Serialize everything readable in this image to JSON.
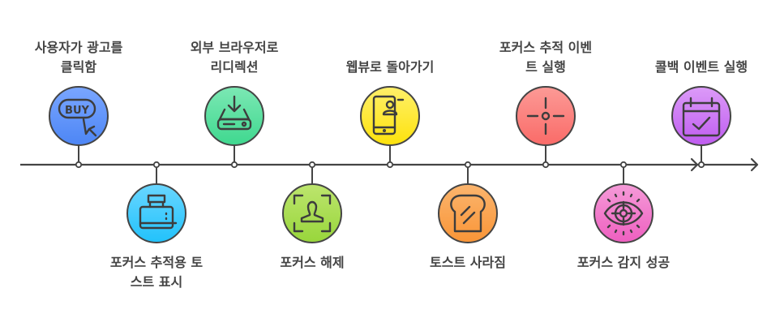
{
  "title": "Focus tracking timeline",
  "colors": {
    "line": "#444444",
    "text": "#444444"
  },
  "events": [
    {
      "id": "ad-click",
      "position": "top",
      "lines": [
        "사용자가 광고를",
        "클릭함"
      ],
      "icon": "buy-button-cursor-icon",
      "color_top": "#7aa6ff",
      "color_bottom": "#4d86f5",
      "icon_text": "BUY"
    },
    {
      "id": "toast-show",
      "position": "bottom",
      "lines": [
        "포커스 추적용 토",
        "스트 표시"
      ],
      "icon": "toaster-icon",
      "color_top": "#6ad6ff",
      "color_bottom": "#22c2fb"
    },
    {
      "id": "redirect",
      "position": "top",
      "lines": [
        "외부 브라우저로",
        "리디렉션"
      ],
      "icon": "download-drive-icon",
      "color_top": "#7ce8b4",
      "color_bottom": "#3fd88f"
    },
    {
      "id": "focus-lost",
      "position": "bottom",
      "lines": [
        "포커스 해제"
      ],
      "icon": "user-focus-frame-icon",
      "color_top": "#bde56e",
      "color_bottom": "#98d63b"
    },
    {
      "id": "webview-return",
      "position": "top",
      "lines": [
        "웹뷰로 돌아가기"
      ],
      "icon": "mobile-user-icon",
      "color_top": "#fff06a",
      "color_bottom": "#fde20c"
    },
    {
      "id": "toast-hide",
      "position": "bottom",
      "lines": [
        "토스트 사라짐"
      ],
      "icon": "bread-slice-icon",
      "color_top": "#fbb56e",
      "color_bottom": "#f99537"
    },
    {
      "id": "focus-event",
      "position": "top",
      "lines": [
        "포커스 추적 이벤",
        "트 실행"
      ],
      "icon": "crosshair-icon",
      "color_top": "#fc9a96",
      "color_bottom": "#fa6b68"
    },
    {
      "id": "focus-detected",
      "position": "bottom",
      "lines": [
        "포커스 감지 성공"
      ],
      "icon": "eye-target-icon",
      "color_top": "#f59bd8",
      "color_bottom": "#ee5fc0"
    },
    {
      "id": "callback",
      "position": "top",
      "lines": [
        "콜백 이벤트 실행"
      ],
      "icon": "calendar-check-icon",
      "color_top": "#dc9bf8",
      "color_bottom": "#bf5cf0"
    }
  ]
}
